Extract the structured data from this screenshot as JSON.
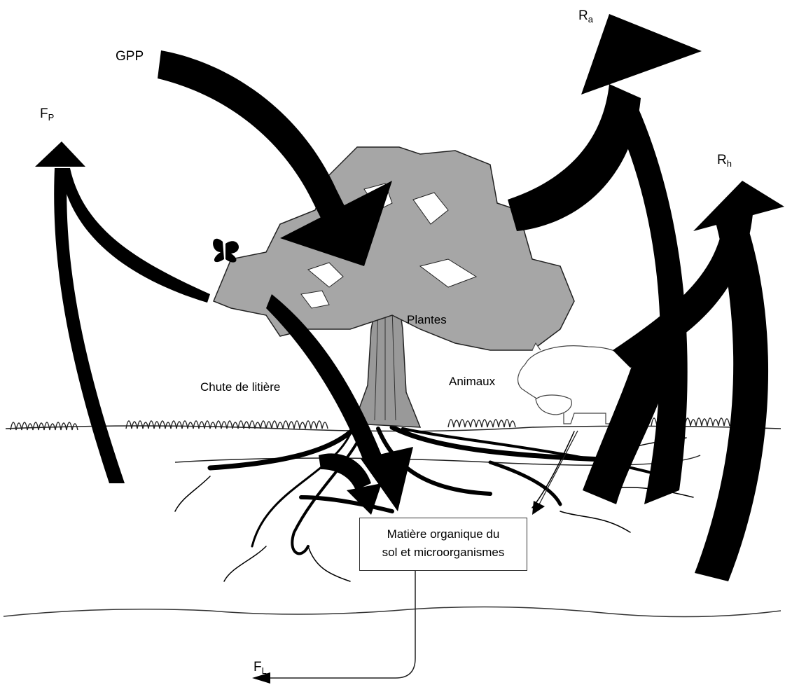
{
  "labels": {
    "gpp": "GPP",
    "ra_main": "R",
    "ra_sub": "a",
    "rh_main": "R",
    "rh_sub": "h",
    "fp_main": "F",
    "fp_sub": "P",
    "fl_main": "F",
    "fl_sub": "L",
    "plantes": "Plantes",
    "animaux": "Animaux",
    "chute": "Chute de litière",
    "som_line1": "Matière organique du",
    "som_line2": "sol et microorganismes"
  },
  "colors": {
    "arrow": "#000000",
    "canopy": "#a6a6a6",
    "trunk": "#999999",
    "line": "#222222",
    "background": "#ffffff"
  }
}
